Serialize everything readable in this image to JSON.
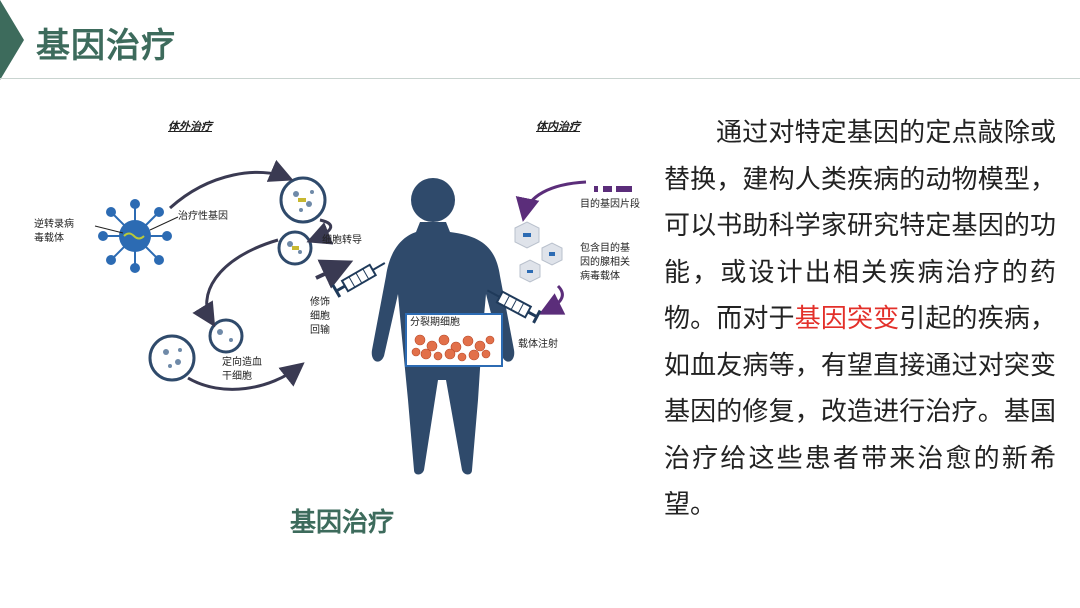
{
  "header": {
    "title": "基因治疗"
  },
  "diagram": {
    "ex_vivo_heading": "体外治疗",
    "in_vivo_heading": "体内治疗",
    "retro_vector": [
      "逆转录病",
      "毒载体"
    ],
    "therapeutic_gene": "治疗性基因",
    "cell_transduction": "细胞转导",
    "modified_return": [
      "修饰",
      "细胞",
      "回输"
    ],
    "stem_cells": [
      "定向造血",
      "干细胞"
    ],
    "target_fragment": "目的基因片段",
    "aav_vector": [
      "包含目的基",
      "因的腺相关",
      "病毒载体"
    ],
    "vector_injection": "载体注射",
    "dividing_cells": "分裂期细胞",
    "caption": "基因治疗"
  },
  "paragraph": {
    "before": "通过对特定基因的定点敲除或替换，建构人类疾病的动物模型，可以书助科学家研究特定基因的功能，或设计出相关疾病治疗的药物。而对于",
    "highlight": "基因突变",
    "after": "引起的疾病，如血友病等，有望直接通过对突变基因的修复，改造进行治疗。基国治疗给这些患者带来治愈的新希望。"
  },
  "colors": {
    "accent": "#3d6b5c",
    "highlight": "#e3302a",
    "body_figure": "#2f4a6b",
    "virus": "#2c6bb3",
    "arrow_dark": "#3a3a52",
    "arrow_purple": "#5b2d7a"
  }
}
